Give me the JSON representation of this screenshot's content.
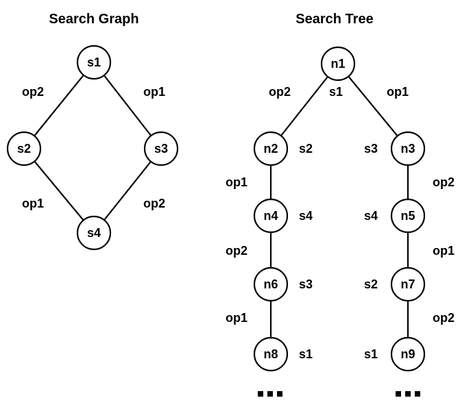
{
  "graph": {
    "title": "Search Graph",
    "nodes": [
      {
        "id": "s1",
        "label": "s1"
      },
      {
        "id": "s2",
        "label": "s2"
      },
      {
        "id": "s3",
        "label": "s3"
      },
      {
        "id": "s4",
        "label": "s4"
      }
    ],
    "edges": [
      {
        "from": "s1",
        "to": "s2",
        "label": "op2"
      },
      {
        "from": "s1",
        "to": "s3",
        "label": "op1"
      },
      {
        "from": "s2",
        "to": "s4",
        "label": "op1"
      },
      {
        "from": "s3",
        "to": "s4",
        "label": "op2"
      }
    ]
  },
  "tree": {
    "title": "Search Tree",
    "nodes": [
      {
        "id": "n1",
        "label": "n1",
        "state": "s1"
      },
      {
        "id": "n2",
        "label": "n2",
        "state": "s2"
      },
      {
        "id": "n3",
        "label": "n3",
        "state": "s3"
      },
      {
        "id": "n4",
        "label": "n4",
        "state": "s4"
      },
      {
        "id": "n5",
        "label": "n5",
        "state": "s4"
      },
      {
        "id": "n6",
        "label": "n6",
        "state": "s3"
      },
      {
        "id": "n7",
        "label": "n7",
        "state": "s2"
      },
      {
        "id": "n8",
        "label": "n8",
        "state": "s1"
      },
      {
        "id": "n9",
        "label": "n9",
        "state": "s1"
      }
    ],
    "edges": [
      {
        "from": "n1",
        "to": "n2",
        "label": "op2"
      },
      {
        "from": "n1",
        "to": "n3",
        "label": "op1"
      },
      {
        "from": "n2",
        "to": "n4",
        "label": "op1"
      },
      {
        "from": "n3",
        "to": "n5",
        "label": "op2"
      },
      {
        "from": "n4",
        "to": "n6",
        "label": "op2"
      },
      {
        "from": "n5",
        "to": "n7",
        "label": "op1"
      },
      {
        "from": "n6",
        "to": "n8",
        "label": "op1"
      },
      {
        "from": "n7",
        "to": "n9",
        "label": "op2"
      }
    ],
    "continuation": "..."
  }
}
